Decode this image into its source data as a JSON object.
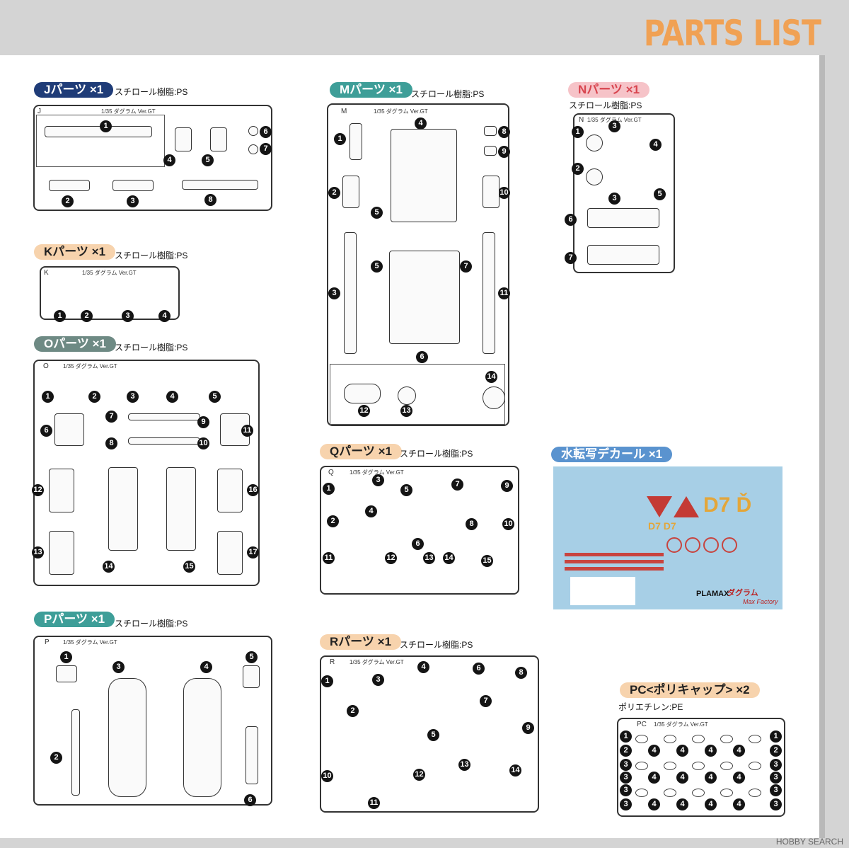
{
  "page": {
    "title": "PARTS LIST"
  },
  "sections": {
    "J": {
      "label": "Jパーツ ×1",
      "material": "スチロール樹脂:PS",
      "sprue_letter": "J",
      "sprue_text": "1/35 ダグラム Ver.GT"
    },
    "M": {
      "label": "Mパーツ ×1",
      "material": "スチロール樹脂:PS",
      "sprue_letter": "M",
      "sprue_text": "1/35 ダグラム Ver.GT"
    },
    "N": {
      "label": "Nパーツ ×1",
      "material": "スチロール樹脂:PS",
      "sprue_letter": "N",
      "sprue_text": "1/35 ダグラム Ver.GT"
    },
    "K": {
      "label": "Kパーツ ×1",
      "material": "スチロール樹脂:PS",
      "sprue_letter": "K",
      "sprue_text": "1/35 ダグラム Ver.GT"
    },
    "O": {
      "label": "Oパーツ ×1",
      "material": "スチロール樹脂:PS",
      "sprue_letter": "O",
      "sprue_text": "1/35 ダグラム Ver.GT"
    },
    "Q": {
      "label": "Qパーツ ×1",
      "material": "スチロール樹脂:PS",
      "sprue_letter": "Q",
      "sprue_text": "1/35 ダグラム Ver.GT"
    },
    "P": {
      "label": "Pパーツ ×1",
      "material": "スチロール樹脂:PS",
      "sprue_letter": "P",
      "sprue_text": "1/35 ダグラム Ver.GT"
    },
    "R": {
      "label": "Rパーツ ×1",
      "material": "スチロール樹脂:PS",
      "sprue_letter": "R",
      "sprue_text": "1/35 ダグラム Ver.GT"
    },
    "decal": {
      "label": "水転写デカール ×1",
      "code_text": "D7 D7",
      "code_big": "D7 Ď",
      "brand": "PLAMAX",
      "logo": "ダグラム",
      "brand2": "Max Factory"
    },
    "PC": {
      "label": "PC<ポリキャップ> ×2",
      "material": "ポリエチレン:PE",
      "sprue_letter": "PC",
      "sprue_text": "1/35 ダグラム Ver.GT"
    }
  },
  "watermark": "HOBBY SEARCH"
}
